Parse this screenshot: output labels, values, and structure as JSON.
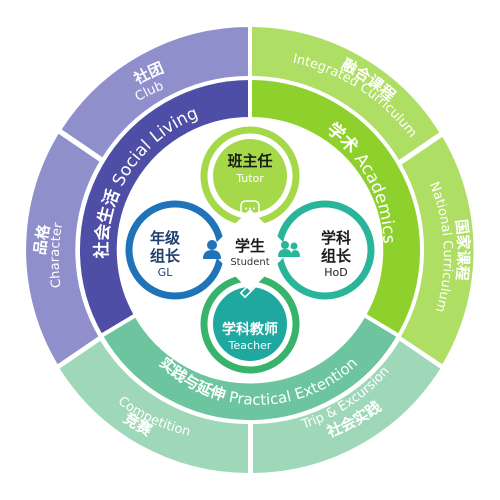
{
  "center": {
    "cn": "学生",
    "en": "Student"
  },
  "core_nodes": {
    "top": {
      "cn": "班主任",
      "en": "Tutor",
      "icon": "chat-bubble-icon"
    },
    "left": {
      "cn1": "年级",
      "cn2": "组长",
      "en": "GL",
      "icon": "person-icon"
    },
    "right": {
      "cn1": "学科",
      "cn2": "组长",
      "en": "HoD",
      "icon": "group-icon"
    },
    "bottom": {
      "cn": "学科教师",
      "en": "Teacher",
      "icon": "pencil-icon"
    }
  },
  "middle_ring": {
    "left": {
      "cn": "社会生活",
      "en": "Social Living"
    },
    "right": {
      "cn": "学术",
      "en": "Academics"
    },
    "bottom": {
      "cn": "实践与延伸",
      "en": "Practical Extention"
    }
  },
  "outer_ring": {
    "club": {
      "cn": "社团",
      "en": "Club"
    },
    "character": {
      "cn": "品格",
      "en": "Character"
    },
    "integrated": {
      "cn": "融合课程",
      "en": "Integrated Curriculum"
    },
    "national": {
      "cn": "国家课程",
      "en": "National Curriculum"
    },
    "competition": {
      "cn": "竞赛",
      "en": "Competition"
    },
    "trip": {
      "cn": "社会实践",
      "en": "Trip & Excursion"
    }
  },
  "colors": {
    "purple_outer": "#8f8fcc",
    "purple_mid": "#4e4ea6",
    "green_outer": "#aede63",
    "green_mid": "#8ed02c",
    "teal_outer": "#9fd8b8",
    "teal_mid": "#6cc59e",
    "circle_blue": "#1f73b8",
    "circle_teal": "#29b59a",
    "circle_lime": "#a5d94a",
    "circle_green": "#37b36b"
  }
}
